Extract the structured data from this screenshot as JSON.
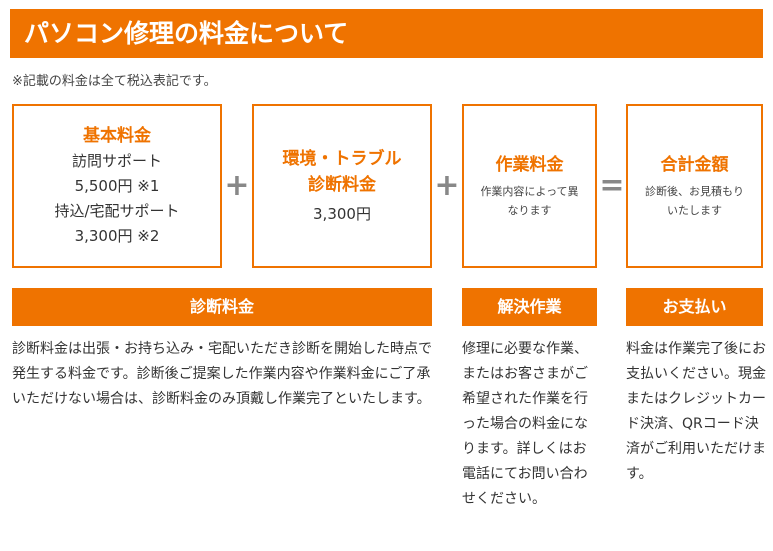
{
  "header": {
    "title": "パソコン修理の料金について"
  },
  "note": "※記載の料金は全て税込表記です。",
  "boxes": [
    {
      "title": "基本料金",
      "lines": [
        "訪問サポート",
        "5,500円 ※1",
        "持込/宅配サポート",
        "3,300円 ※2"
      ]
    },
    {
      "title_lines": [
        "環境・トラブル",
        "診断料金"
      ],
      "lines": [
        "3,300円"
      ]
    },
    {
      "title": "作業料金",
      "small_lines": [
        "作業内容によって異",
        "なります"
      ]
    },
    {
      "title": "合計金額",
      "small_lines": [
        "診断後、お見積もり",
        "いたします"
      ]
    }
  ],
  "operators": {
    "plus": "+",
    "equals": "="
  },
  "sections": [
    {
      "title": "診断料金",
      "text": "診断料金は出張・お持ち込み・宅配いただき診断を開始した時点で発生する料金です。診断後ご提案した作業内容や作業料金にご了承いただけない場合は、診断料金のみ頂戴し作業完了といたします。"
    },
    {
      "title": "解決作業",
      "text": "修理に必要な作業、またはお客さまがご希望された作業を行った場合の料金になります。詳しくはお電話にてお問い合わせください。"
    },
    {
      "title": "お支払い",
      "text": "料金は作業完了後にお支払いください。現金またはクレジットカード決済、QRコード決済がご利用いただけます。"
    }
  ]
}
